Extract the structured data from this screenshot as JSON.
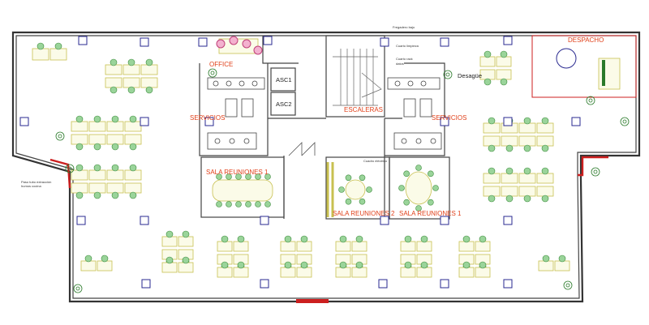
{
  "labels": {
    "office": "OFFICE",
    "asc1": "ASC1",
    "asc2": "ASC2",
    "escaleras": "ESCALERAS",
    "servicios_left": "SERVICIOS",
    "servicios_right": "SERVICIOS",
    "despacho": "DESPACHO",
    "desague": "Desagüe",
    "sala_reuniones_1_top": "SALA REUNIONES 1",
    "sala_reuniones_2": "SALA REUNIONES 2",
    "sala_reuniones_1_right": "SALA REUNIONES 1",
    "fregadero": "Fregadero bajo",
    "cuarto_limpieza": "Cuarto limpieza",
    "cuarto_rack": "Cuarto rack",
    "datos": "datos",
    "paso_tubo": "Paso tubo extracción",
    "humos_cocina": "humos cocina",
    "cuadro_electrico": "Cuadro eléctrico"
  },
  "colors": {
    "wall": "#333333",
    "room_label": "#e0401a",
    "chair": "#9ad49a",
    "desk": "#c8c050",
    "column": "#2a2a90",
    "accent_red": "#cc1f1f"
  }
}
